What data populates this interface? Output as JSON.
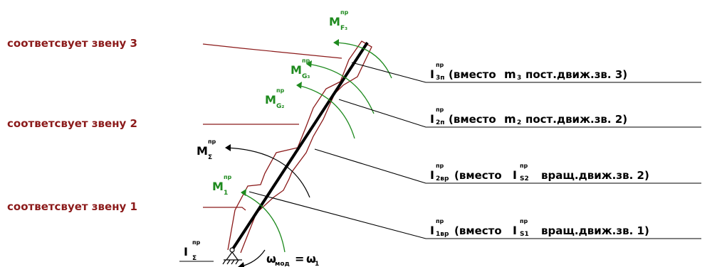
{
  "colors": {
    "link": "#8b1a1a",
    "moment": "#1e8a1e",
    "ink": "#000000"
  },
  "links": {
    "link3": "соответсвует звену 3",
    "link2": "соответсвует звену 2",
    "link1": "соответсвует звену 1"
  },
  "moments": {
    "mf3": {
      "base": "M",
      "sup": "пр",
      "sub": "F₃"
    },
    "mg3": {
      "base": "M",
      "sup": "пр",
      "sub": "G₃"
    },
    "mg2": {
      "base": "M",
      "sup": "пр",
      "sub": "G₂"
    },
    "m1": {
      "base": "M",
      "sup": "пр",
      "sub": "1"
    },
    "msum": {
      "base": "M",
      "sup": "пр",
      "sub": "Σ"
    }
  },
  "inertia": {
    "isum": {
      "base": "I",
      "sup": "пр",
      "sub": "Σ"
    },
    "i3p": {
      "base": "I",
      "sup": "пр",
      "sub": "3п",
      "text": "(вместо",
      "mass": "m",
      "mass_sub": "3",
      "rest": "пост.движ.зв. 3)"
    },
    "i2p": {
      "base": "I",
      "sup": "пр",
      "sub": "2п",
      "text": "(вместо",
      "mass": "m",
      "mass_sub": "2",
      "rest": "пост.движ.зв. 2)"
    },
    "i2v": {
      "base": "I",
      "sup": "пр",
      "sub": "2вр",
      "text": "(вместо",
      "i": "I",
      "i_sup": "пр",
      "i_sub": "S2",
      "rest": "вращ.движ.зв. 2)"
    },
    "i1v": {
      "base": "I",
      "sup": "пр",
      "sub": "1вр",
      "text": "(вместо",
      "i": "I",
      "i_sup": "пр",
      "i_sub": "S1",
      "rest": "вращ.движ.зв. 1)"
    }
  },
  "omega": {
    "lhs": "ω",
    "lhs_sub": "мод",
    "eq": "=",
    "rhs": "ω",
    "rhs_sub": "1"
  }
}
